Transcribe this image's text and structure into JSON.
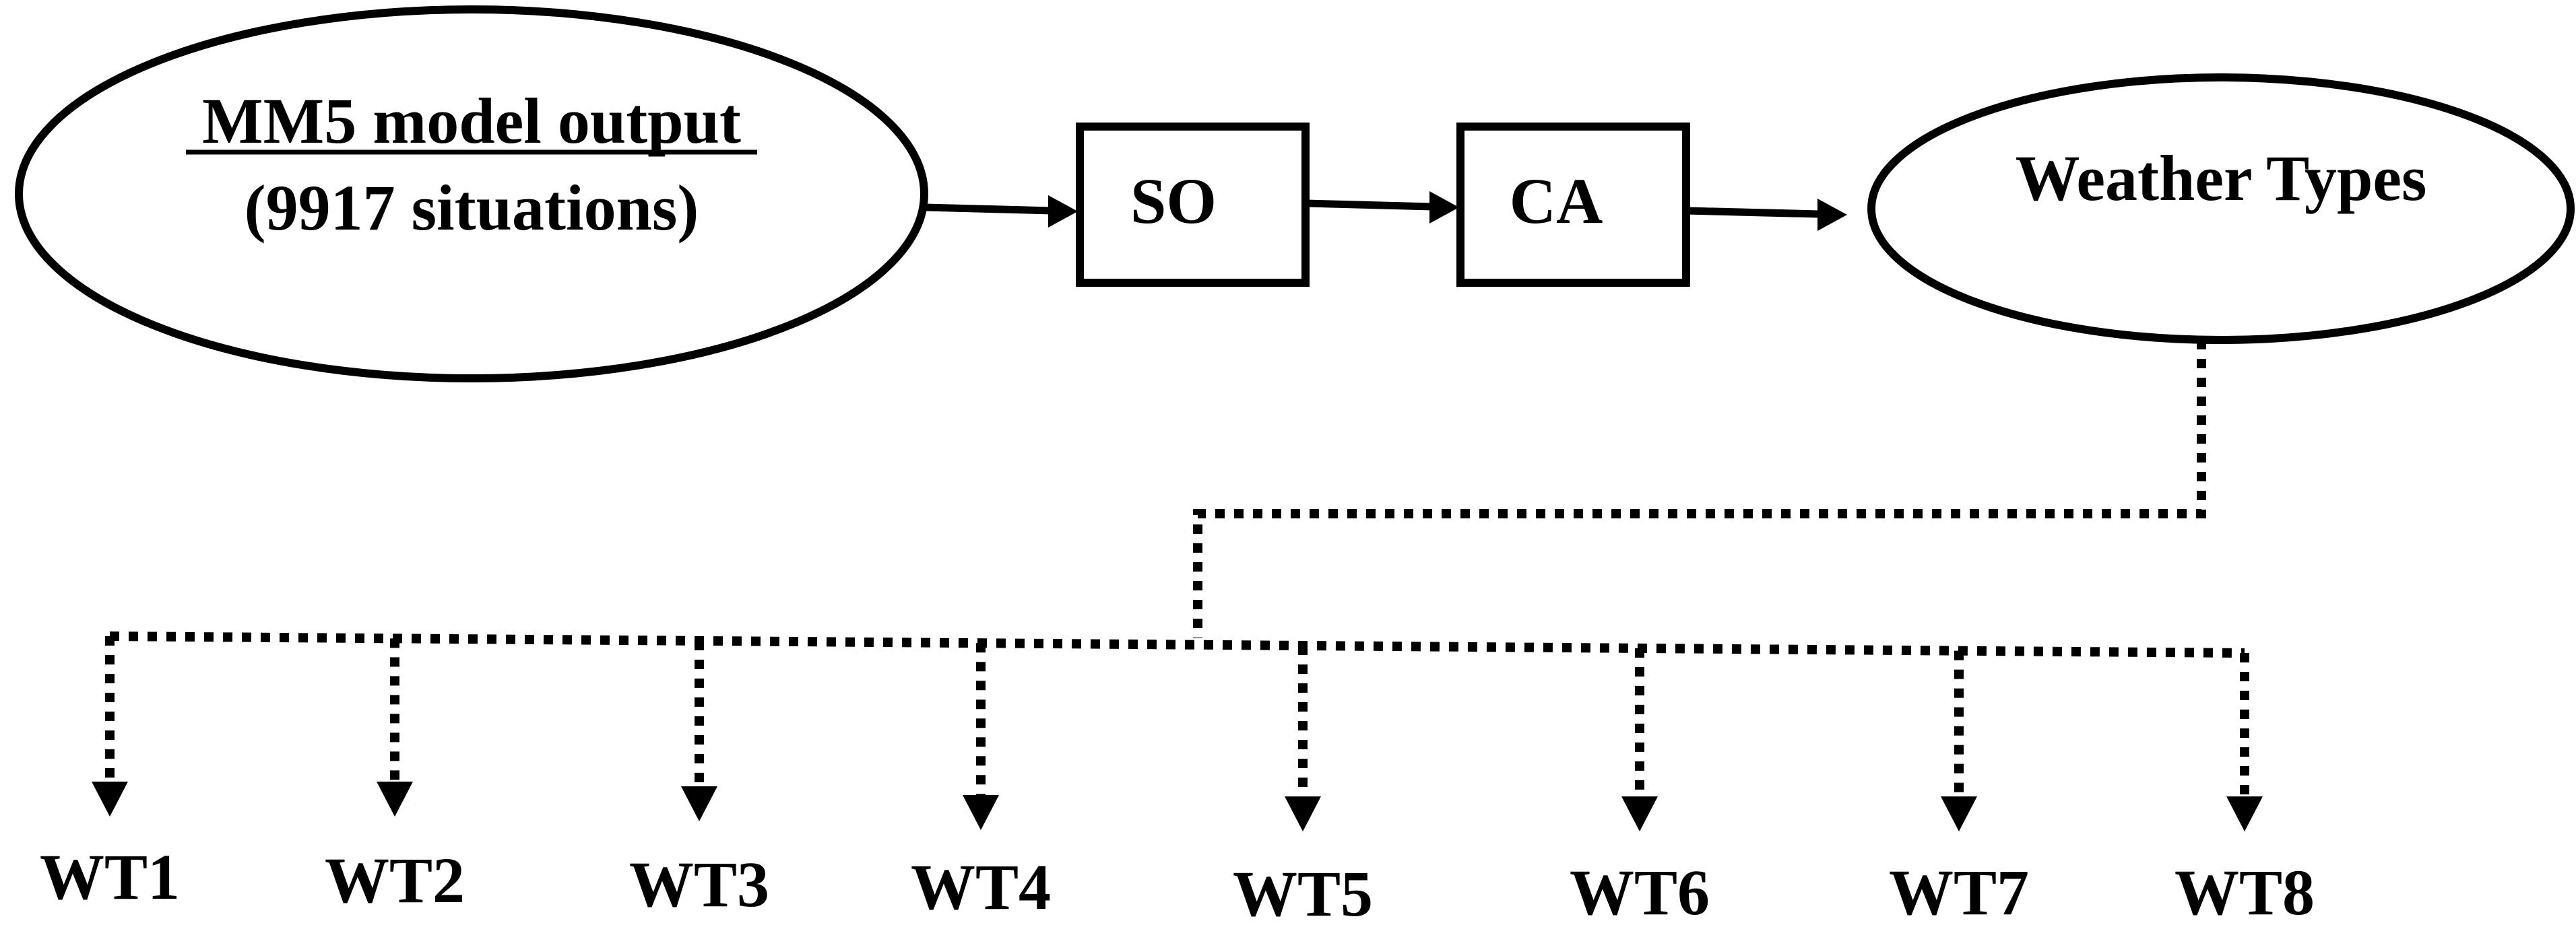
{
  "nodes": {
    "source": {
      "title": "MM5 model output",
      "subtitle": "(9917 situations)"
    },
    "so": {
      "label": "SO"
    },
    "ca": {
      "label": "CA"
    },
    "weather_types": {
      "label": "Weather Types"
    }
  },
  "outputs": [
    {
      "label": "WT1"
    },
    {
      "label": "WT2"
    },
    {
      "label": "WT3"
    },
    {
      "label": "WT4"
    },
    {
      "label": "WT5"
    },
    {
      "label": "WT6"
    },
    {
      "label": "WT7"
    },
    {
      "label": "WT8"
    }
  ],
  "colors": {
    "ink": "#000000",
    "background": "#ffffff"
  }
}
